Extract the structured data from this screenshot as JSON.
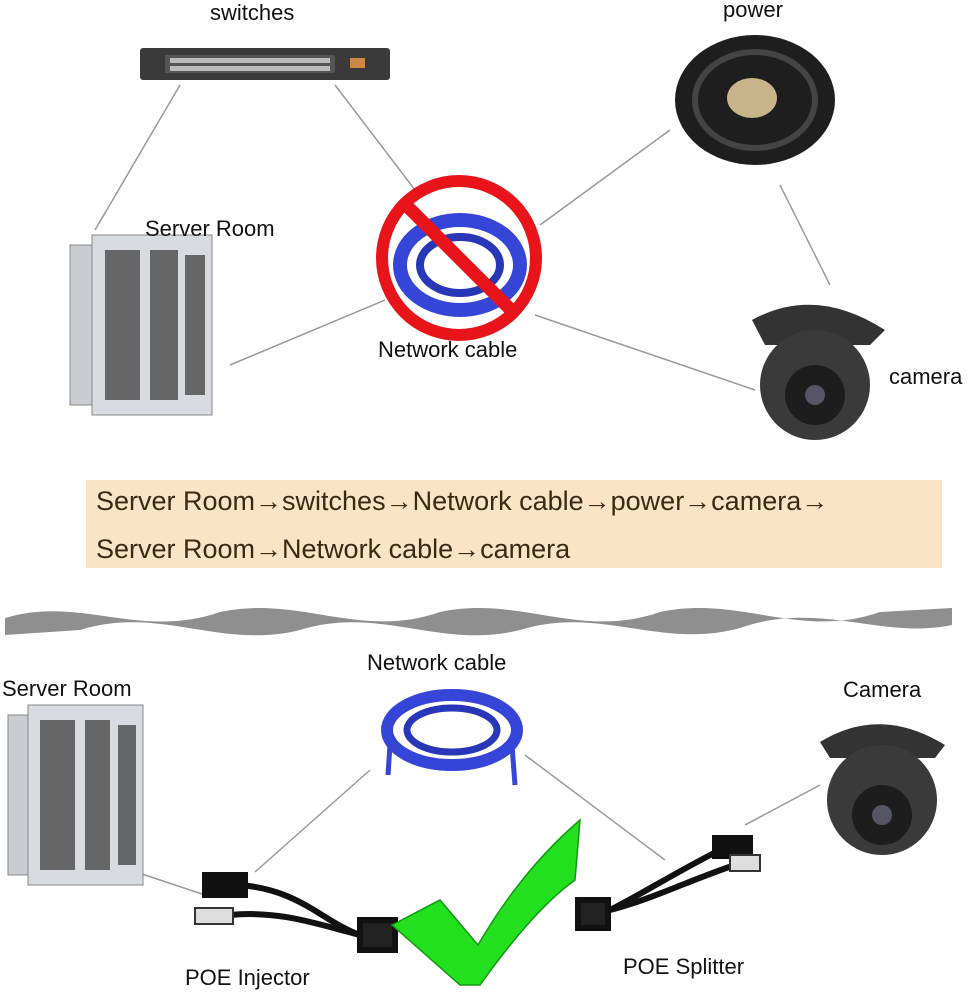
{
  "top": {
    "labels": {
      "switches": "switches",
      "power": "power",
      "server_room": "Server Room",
      "network_cable": "Network cable",
      "camera": "camera"
    },
    "prohibited_icon": "no-sign-icon"
  },
  "banner": {
    "line1": "Server Room→switches→Network cable→power→camera→",
    "line2": "Server Room→Network cable→camera",
    "background": "#fbe3c6"
  },
  "bottom": {
    "labels": {
      "server_room": "Server Room",
      "network_cable": "Network cable",
      "camera": "Camera",
      "poe_injector": "POE Injector",
      "poe_splitter": "POE Splitter"
    },
    "approved_icon": "checkmark-icon",
    "check_color": "#22e01e"
  }
}
